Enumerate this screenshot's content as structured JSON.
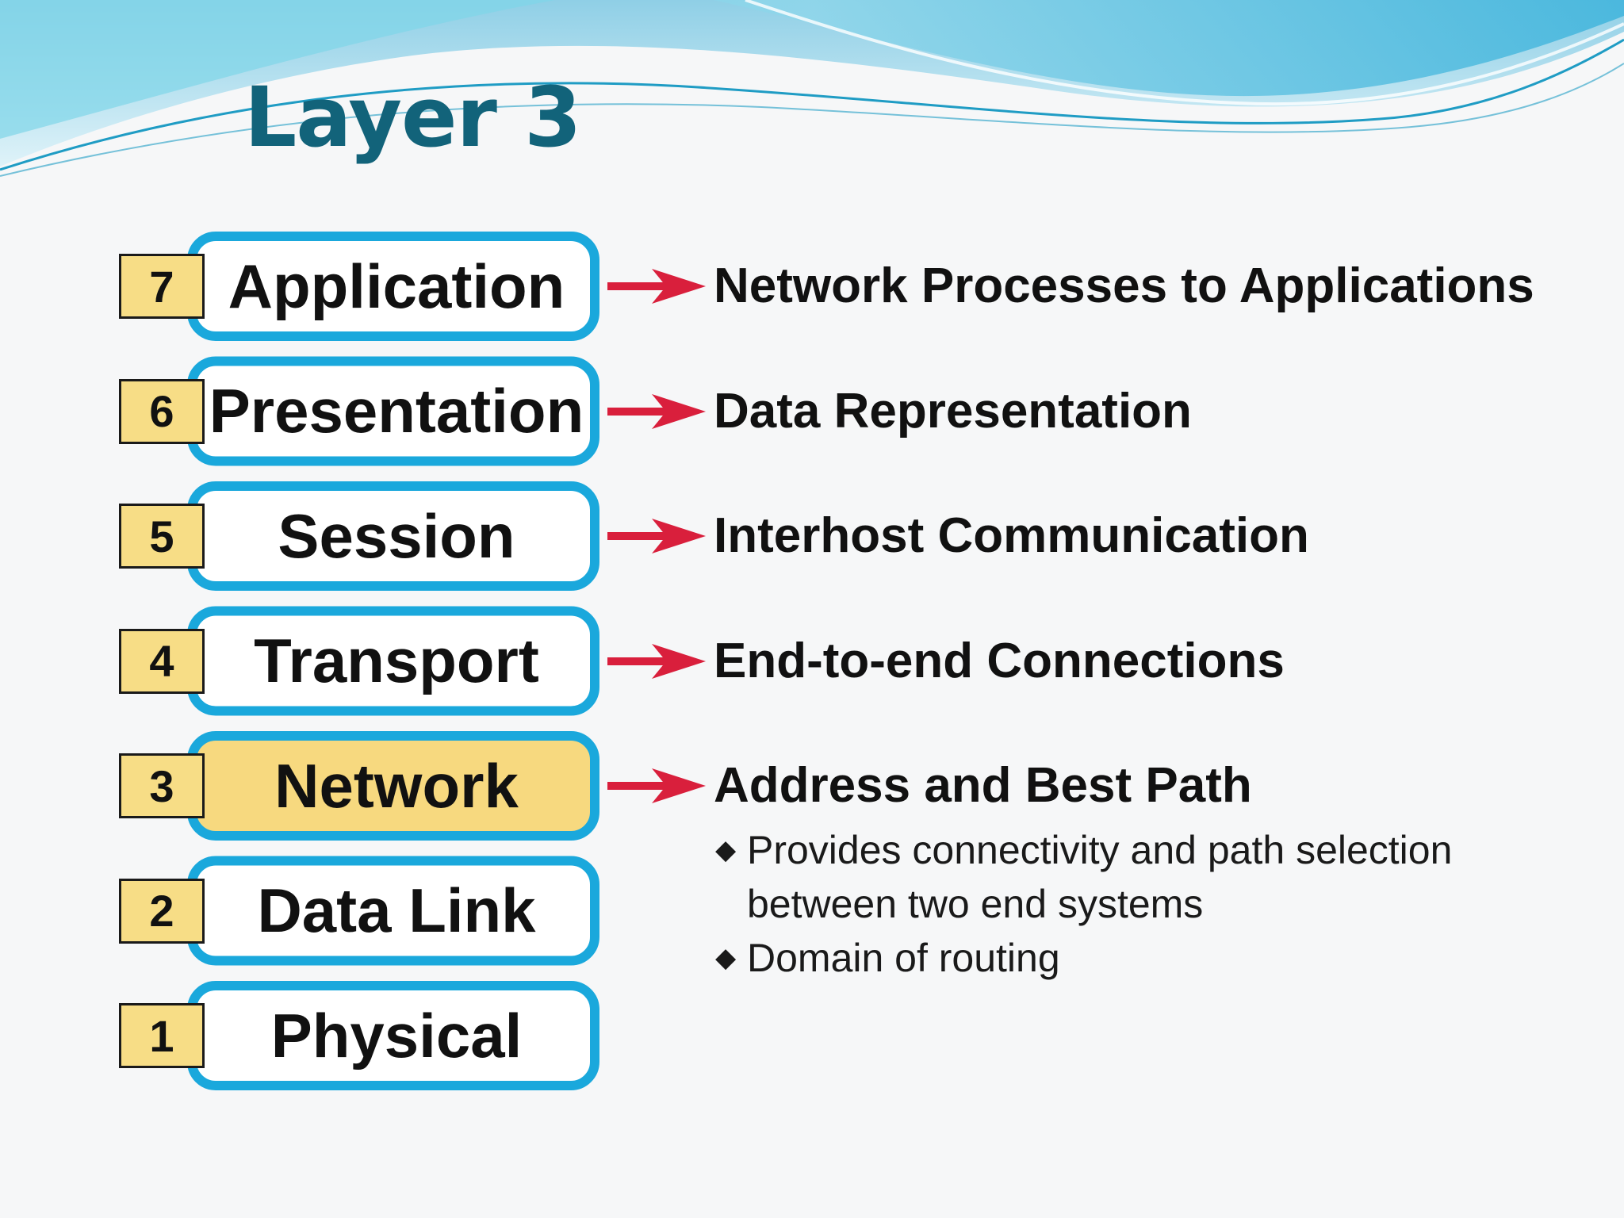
{
  "slide": {
    "title": "Layer 3"
  },
  "layers": [
    {
      "number": "7",
      "name": "Application",
      "description": "Network Processes to Applications",
      "highlighted": false
    },
    {
      "number": "6",
      "name": "Presentation",
      "description": "Data Representation",
      "highlighted": false
    },
    {
      "number": "5",
      "name": "Session",
      "description": "Interhost Communication",
      "highlighted": false
    },
    {
      "number": "4",
      "name": "Transport",
      "description": "End-to-end Connections",
      "highlighted": false
    },
    {
      "number": "3",
      "name": "Network",
      "description": "Address and Best Path",
      "highlighted": true
    },
    {
      "number": "2",
      "name": "Data Link",
      "description": "",
      "highlighted": false
    },
    {
      "number": "1",
      "name": "Physical",
      "description": "",
      "highlighted": false
    }
  ],
  "network_details": {
    "bullet_symbol": "◆",
    "bullets": [
      "Provides connectivity and path selection between two end systems",
      "Domain of routing"
    ]
  },
  "colors": {
    "title": "#12637a",
    "layer_border": "#1aa8dc",
    "highlight_fill": "#f7d97f",
    "number_box_fill": "#f7dd86",
    "arrow": "#d91f3c",
    "wave_light": "#bfe8f3",
    "wave_mid": "#5fc6df",
    "wave_dark": "#1f9cc4"
  }
}
